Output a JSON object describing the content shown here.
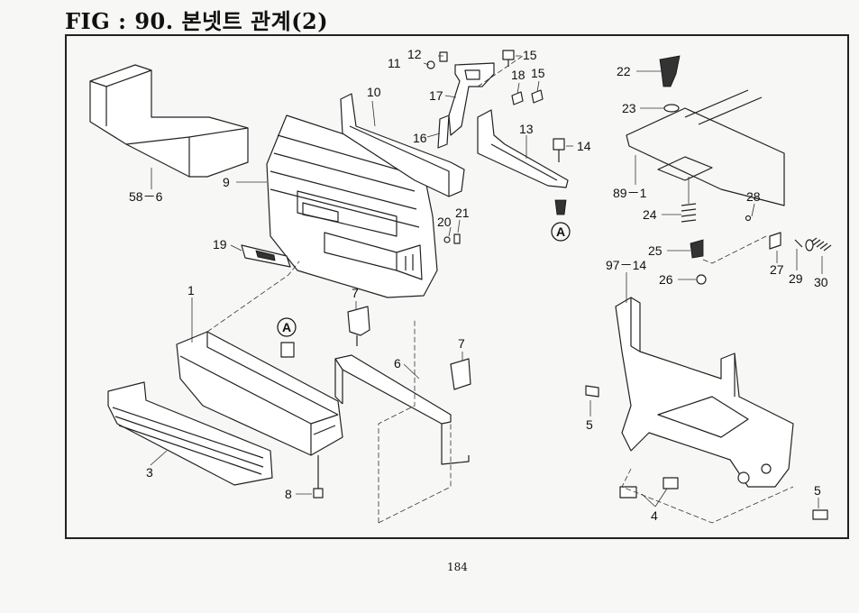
{
  "header": {
    "title": "FIG : 90. 본넷트 관계(2)"
  },
  "footer": {
    "page_number": "184"
  },
  "callouts": {
    "c58_6": "58－6",
    "c9": "9",
    "c19": "19",
    "c10": "10",
    "c11": "11",
    "c12": "12",
    "c15a": "15",
    "c15b": "15",
    "c17": "17",
    "c18": "18",
    "c16": "16",
    "c13": "13",
    "c14": "14",
    "c20": "20",
    "c21": "21",
    "cA1": "A",
    "cA2": "A",
    "c1": "1",
    "c7a": "7",
    "c7b": "7",
    "c6": "6",
    "c3": "3",
    "c8": "8",
    "c22": "22",
    "c23": "23",
    "c89_1": "89－1",
    "c24": "24",
    "c28": "28",
    "c25": "25",
    "c26": "26",
    "c27": "27",
    "c29": "29",
    "c30": "30",
    "c97_14": "97－14",
    "c5a": "5",
    "c5b": "5",
    "c4": "4"
  }
}
